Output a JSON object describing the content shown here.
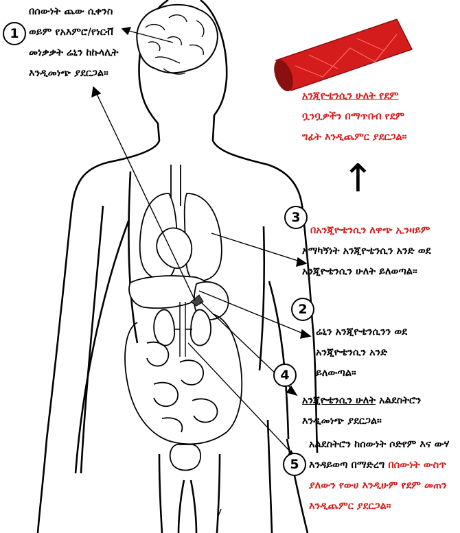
{
  "steps": [
    {
      "number": "1",
      "lines": [
        "በሰውነት ጨው ሲቀንስ",
        "ወይም የአእምሮ/የነርቭ",
        "መነቃቃት ሬኒን ከኩላሊት",
        "እንዲመነጭ ያደርጋል።"
      ]
    },
    {
      "number": "2",
      "lines": [
        "ሬኒን አንጂዮቴንሲንን ወደ",
        "አንጂዮቴንሲን አንድ",
        "ይለውጣል።"
      ]
    },
    {
      "number": "3",
      "red": "በአንጂዮቴንሲን ለዋጭ ኢንዛይም",
      "lines": [
        "አማካኝነት አንጂዮቴንሲን አንድ ወደ",
        "አንጂዮቴንሲን ሁለት ይለወጣል።"
      ]
    },
    {
      "number": "4",
      "underlined": "አንጂዮቴንሲን ሁለት",
      "rest": " አልደስትሮን",
      "line2": "እንዲመነጭ ያደርጋል።"
    },
    {
      "number": "5",
      "lines": [
        "አልደስትሮን ከሰውነት ሶድየም እና ውሃ",
        "እንዳይወጣ በማድረግ "
      ],
      "red_inline": "በሰውነት ውስጥ",
      "red_lines": [
        "ያለውን የውሀ እንዲሁም የደም መጠን",
        "እንዲጨምር ያደርጋል።"
      ]
    }
  ],
  "vessel_caption": {
    "lines": [
      "አንጂዮቴንሲን ሁለት የደም",
      "ቧንቧዎችን በማጥበብ የደም",
      "ግፊት እንዲጨምር ያደርጋል።"
    ]
  },
  "up_arrow": "↑",
  "colors": {
    "red": "#d41c1c",
    "line": "#000000"
  }
}
